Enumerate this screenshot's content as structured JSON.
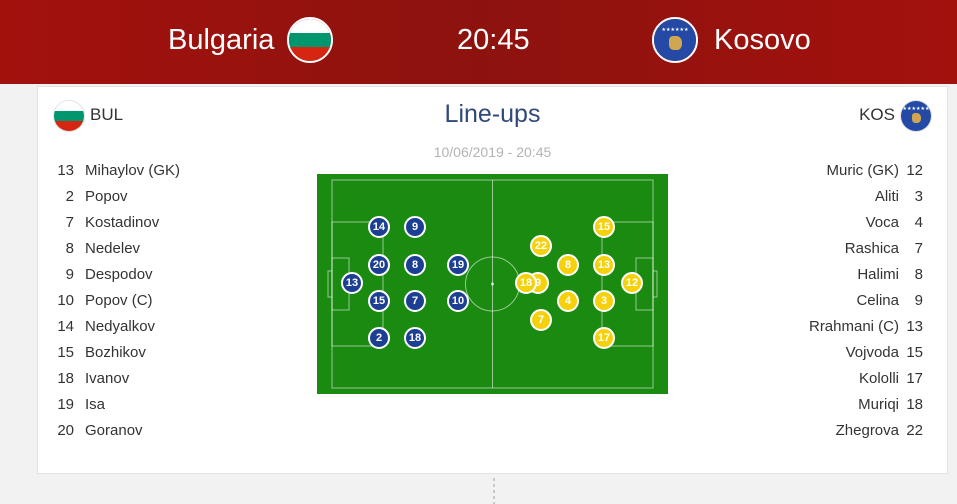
{
  "match": {
    "home_team": "Bulgaria",
    "away_team": "Kosovo",
    "time": "20:45",
    "home_abbr": "BUL",
    "away_abbr": "KOS"
  },
  "lineups": {
    "title": "Line-ups",
    "date": "10/06/2019 - 20:45",
    "home_players": [
      {
        "number": "13",
        "name": "Mihaylov (GK)"
      },
      {
        "number": "2",
        "name": "Popov"
      },
      {
        "number": "7",
        "name": "Kostadinov"
      },
      {
        "number": "8",
        "name": "Nedelev"
      },
      {
        "number": "9",
        "name": "Despodov"
      },
      {
        "number": "10",
        "name": "Popov (C)"
      },
      {
        "number": "14",
        "name": "Nedyalkov"
      },
      {
        "number": "15",
        "name": "Bozhikov"
      },
      {
        "number": "18",
        "name": "Ivanov"
      },
      {
        "number": "19",
        "name": "Isa"
      },
      {
        "number": "20",
        "name": "Goranov"
      }
    ],
    "away_players": [
      {
        "number": "12",
        "name": "Muric (GK)"
      },
      {
        "number": "3",
        "name": "Aliti"
      },
      {
        "number": "4",
        "name": "Voca"
      },
      {
        "number": "7",
        "name": "Rashica"
      },
      {
        "number": "8",
        "name": "Halimi"
      },
      {
        "number": "9",
        "name": "Celina"
      },
      {
        "number": "13",
        "name": "Rrahmani (C)"
      },
      {
        "number": "15",
        "name": "Vojvoda"
      },
      {
        "number": "17",
        "name": "Kololli"
      },
      {
        "number": "18",
        "name": "Muriqi"
      },
      {
        "number": "22",
        "name": "Zhegrova"
      }
    ]
  },
  "formation": {
    "home": [
      "13",
      "14",
      "20",
      "15",
      "2",
      "9",
      "8",
      "7",
      "18",
      "19",
      "10"
    ],
    "away": [
      "12",
      "15",
      "13",
      "3",
      "17",
      "8",
      "4",
      "22",
      "7",
      "9",
      "18"
    ]
  },
  "colors": {
    "header": "#9a110d",
    "home_marker": "#1c3f94",
    "away_marker": "#f5d10c",
    "pitch": "#1a8a10",
    "title": "#31497a"
  },
  "icons": {
    "home_flag": "bulgaria-flag-icon",
    "away_flag": "kosovo-flag-icon"
  }
}
